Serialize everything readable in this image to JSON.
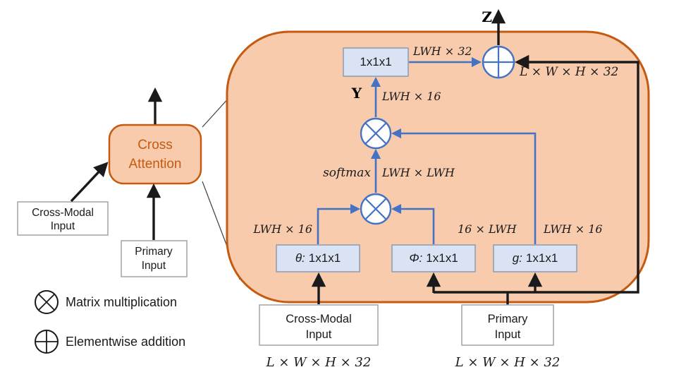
{
  "colors": {
    "blob_fill": "#F8CBAD",
    "blob_stroke": "#C55A11",
    "blue_box_fill": "#DAE3F3",
    "blue_accent": "#4472C4",
    "black": "#1A1A1A"
  },
  "overview": {
    "module": {
      "line1": "Cross",
      "line2": "Attention"
    },
    "cross_modal": {
      "line1": "Cross-Modal",
      "line2": "Input"
    },
    "primary": {
      "line1": "Primary",
      "line2": "Input"
    }
  },
  "legend": {
    "multiply": "Matrix multiplication",
    "add": "Elementwise addition"
  },
  "detail": {
    "theta": {
      "prefix": "θ:",
      "size": "1x1x1",
      "dim": "LWH × 16"
    },
    "phi": {
      "prefix": "Φ:",
      "size": "1x1x1",
      "dim": "16 × LWH"
    },
    "g": {
      "prefix": "g:",
      "size": "1x1x1",
      "dim": "LWH × 16"
    },
    "softmax": "softmax",
    "softmax_dim": "LWH × LWH",
    "y": "Y",
    "y_dim": "LWH × 16",
    "conv": "1x1x1",
    "conv_dim": "LWH × 32",
    "z": "Z",
    "residual_dim": "L × W × H × 32"
  },
  "inputs": {
    "cross_modal": {
      "line1": "Cross-Modal",
      "line2": "Input",
      "dim": "L × W × H × 32"
    },
    "primary": {
      "line1": "Primary",
      "line2": "Input",
      "dim": "L × W × H × 32"
    }
  }
}
